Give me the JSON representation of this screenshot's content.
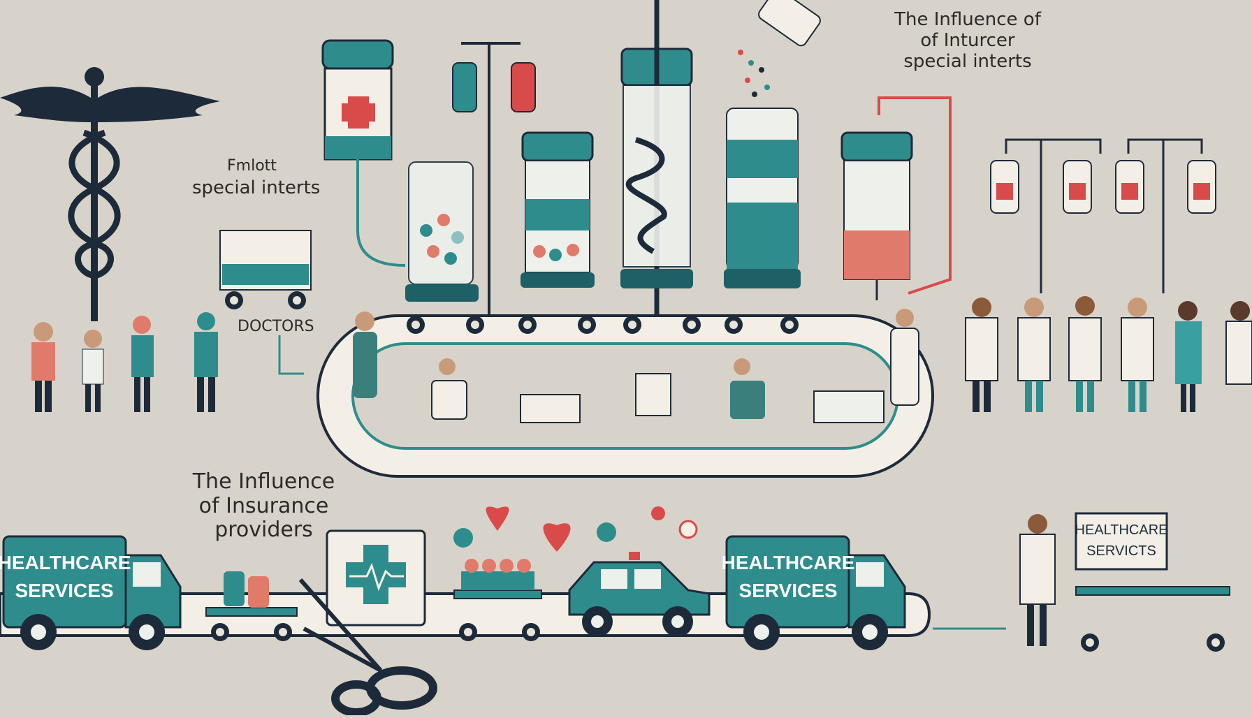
{
  "labels": {
    "top_right_line1": "The Influence of",
    "top_right_line2": "of Inturcer",
    "top_right_line3": "special interts",
    "left_small": "Fmlott",
    "left_main": "special interts",
    "doctors": "DOCTORS",
    "mid_line1": "The Influence",
    "mid_line2": "of Insurance",
    "mid_line3": "providers",
    "truck_left_line1": "HEALTHCARE",
    "truck_left_line2": "SERVICES",
    "truck_right_line1": "HEALTHCARE",
    "truck_right_line2": "SERVICES",
    "sign_line1": "HEALTHCARE",
    "sign_line2": "SERVICTS"
  },
  "icons": [
    "caduceus-icon",
    "medical-cross-icon",
    "heart-icon",
    "scissors-icon",
    "heartbeat-icon"
  ],
  "colors": {
    "background": "#d8d3ca",
    "teal": "#2f8c8c",
    "dark_teal": "#1f5f66",
    "red": "#d94b4b",
    "navy": "#1d2a3a",
    "cream": "#f3efe6"
  }
}
